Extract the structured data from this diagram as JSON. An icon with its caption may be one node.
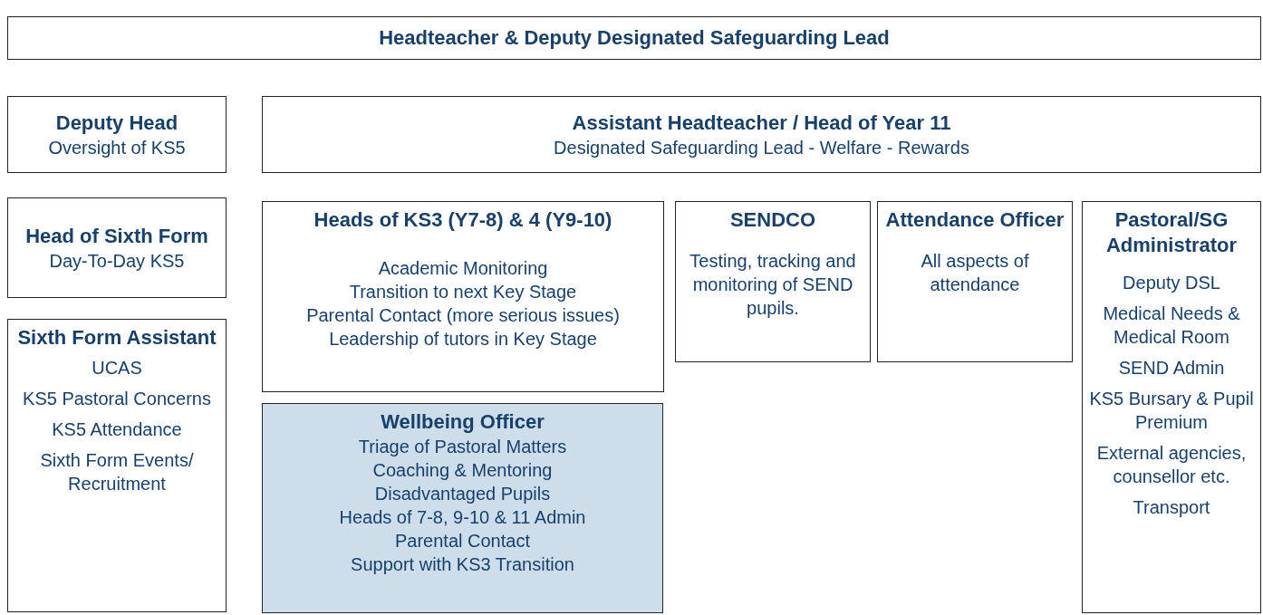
{
  "diagram": {
    "nodes": [
      {
        "text": [
          "Headteacher & Deputy Designated Safeguarding Lead"
        ]
      },
      {
        "text": [
          "Deputy Head",
          "Oversight of KS5"
        ]
      },
      {
        "text": [
          "Assistant Headteacher / Head of Year 11",
          "Designated Safeguarding Lead - Welfare - Rewards"
        ]
      },
      {
        "text": [
          "Head of Sixth Form",
          "Day-To-Day KS5"
        ]
      },
      {
        "text": [
          "Heads of KS3 (Y7-8) & 4 (Y9-10)",
          "Academic Monitoring",
          "Transition to next Key Stage",
          "Parental Contact (more serious issues)",
          "Leadership of tutors in Key Stage"
        ]
      },
      {
        "text": [
          "SENDCO",
          "Testing, tracking and monitoring of SEND pupils."
        ]
      },
      {
        "text": [
          "Attendance Officer",
          "All aspects of attendance"
        ]
      },
      {
        "text": [
          "Pastoral/SG Administrator",
          "Deputy DSL",
          "Medical Needs & Medical Room",
          "SEND Admin",
          "KS5 Bursary & Pupil Premium",
          "External agencies, counsellor etc.",
          "Transport"
        ]
      },
      {
        "text": [
          "Sixth Form Assistant",
          "UCAS",
          "KS5 Pastoral Concerns",
          "KS5 Attendance",
          "Sixth Form Events/ Recruitment"
        ]
      },
      {
        "text": [
          "Wellbeing Officer",
          "Triage of Pastoral Matters",
          "Coaching & Mentoring",
          "Disadvantaged Pupils",
          "Heads of 7-8, 9-10 & 11 Admin",
          "Parental Contact",
          "Support with KS3 Transition"
        ]
      }
    ]
  }
}
